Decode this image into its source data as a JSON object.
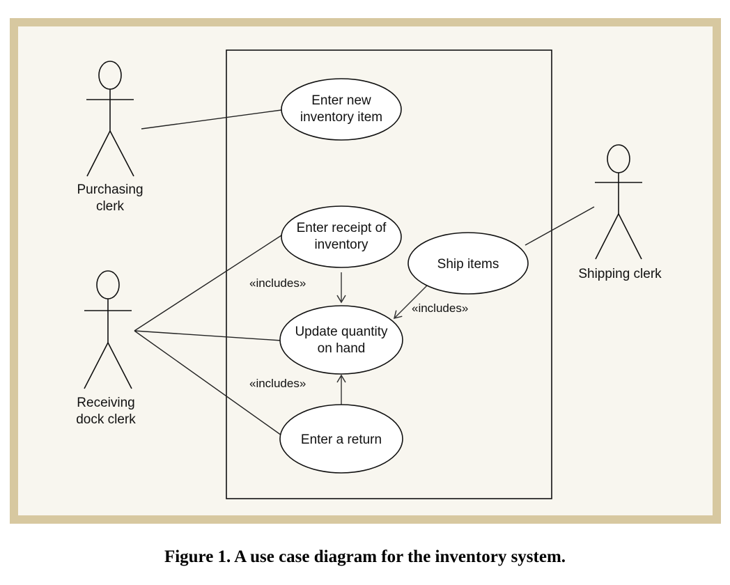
{
  "actors": {
    "purchasing": [
      "Purchasing",
      "clerk"
    ],
    "receiving": [
      "Receiving",
      "dock clerk"
    ],
    "shipping": [
      "Shipping clerk"
    ]
  },
  "use_cases": {
    "enter_new": [
      "Enter new",
      "inventory item"
    ],
    "enter_receipt": [
      "Enter receipt of",
      "inventory"
    ],
    "ship_items": [
      "Ship items"
    ],
    "update_quantity": [
      "Update quantity",
      "on hand"
    ],
    "enter_return": [
      "Enter a return"
    ]
  },
  "stereotypes": {
    "receipt_includes": "«includes»",
    "ship_includes": "«includes»",
    "return_includes": "«includes»"
  },
  "caption": "Figure 1.  A use case diagram for the inventory system."
}
